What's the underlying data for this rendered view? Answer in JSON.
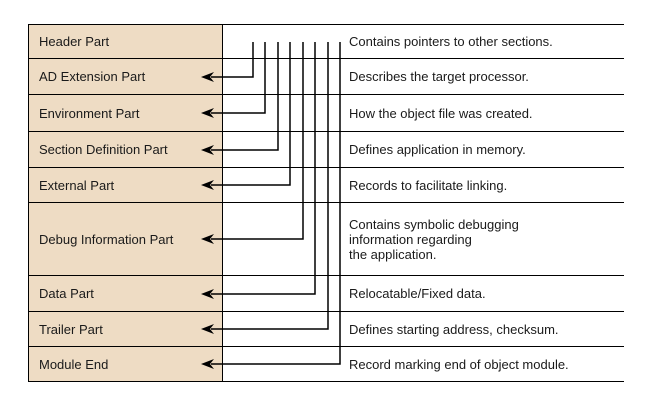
{
  "diagram": {
    "rows": [
      {
        "label": "Header Part",
        "description": "Contains pointers to other sections.",
        "has_arrow": false
      },
      {
        "label": "AD Extension Part",
        "description": "Describes the target processor.",
        "has_arrow": true
      },
      {
        "label": "Environment Part",
        "description": "How the object file was created.",
        "has_arrow": true
      },
      {
        "label": "Section Definition Part",
        "description": "Defines application in memory.",
        "has_arrow": true
      },
      {
        "label": "External Part",
        "description": "Records to facilitate linking.",
        "has_arrow": true
      },
      {
        "label": "Debug Information Part",
        "description": "Contains symbolic debugging\ninformation regarding\nthe application.",
        "has_arrow": true
      },
      {
        "label": "Data Part",
        "description": "Relocatable/Fixed data.",
        "has_arrow": true
      },
      {
        "label": "Trailer Part",
        "description": "Defines starting address, checksum.",
        "has_arrow": true
      },
      {
        "label": "Module End",
        "description": "Record marking end of object module.",
        "has_arrow": true
      }
    ],
    "colors": {
      "cell_fill": "#EEDCC4",
      "line": "#000000",
      "text": "#1A1A1A",
      "background": "#FFFFFF"
    }
  }
}
